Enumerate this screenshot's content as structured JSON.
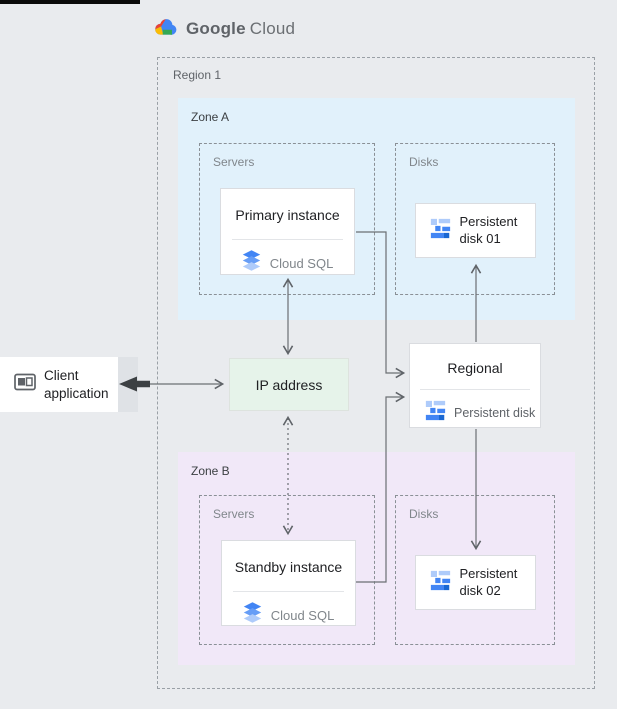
{
  "header": {
    "brand_primary": "Google",
    "brand_secondary": "Cloud"
  },
  "region": {
    "label": "Region 1"
  },
  "zones": {
    "a": {
      "label": "Zone A",
      "servers_label": "Servers",
      "disks_label": "Disks"
    },
    "b": {
      "label": "Zone B",
      "servers_label": "Servers",
      "disks_label": "Disks"
    }
  },
  "cards": {
    "client": {
      "title": "Client application"
    },
    "ip": {
      "label": "IP address"
    },
    "primary": {
      "title": "Primary instance",
      "product": "Cloud SQL"
    },
    "standby": {
      "title": "Standby instance",
      "product": "Cloud SQL"
    },
    "disk01": {
      "title": "Persistent disk 01"
    },
    "disk02": {
      "title": "Persistent disk 02"
    },
    "regional": {
      "title": "Regional",
      "product": "Persistent disk"
    }
  },
  "icons": {
    "google-cloud-logo-icon": "multicolor cloud",
    "cloud-sql-icon": "stacked blue database layers",
    "persistent-disk-icon": "blue interlocking blocks",
    "client-app-icon": "gray application window",
    "bold-request-arrow": "thick dark left arrow"
  },
  "connections": [
    {
      "from": "client",
      "to": "ip",
      "style": "solid",
      "heads": "both"
    },
    {
      "from": "primary",
      "to": "ip",
      "style": "solid",
      "heads": "both"
    },
    {
      "from": "ip",
      "to": "standby",
      "style": "dotted",
      "heads": "both"
    },
    {
      "from": "primary",
      "to": "regional",
      "style": "solid",
      "heads": "end"
    },
    {
      "from": "standby",
      "to": "regional",
      "style": "solid",
      "heads": "end"
    },
    {
      "from": "regional",
      "to": "disk01",
      "style": "solid",
      "heads": "end"
    },
    {
      "from": "regional",
      "to": "disk02",
      "style": "solid",
      "heads": "end"
    }
  ],
  "colors": {
    "background": "#e9ebee",
    "zone_a_fill": "#e1f1fb",
    "zone_b_fill": "#f1e8f8",
    "ip_fill": "#e6f3ea",
    "card_border": "#dadce0",
    "dashed_border": "#9aa0a6",
    "line": "#5f6368",
    "google_blue": "#4285f4",
    "google_red": "#ea4335",
    "google_yellow": "#fbbc04",
    "google_green": "#34a853",
    "disk_light_blue": "#aecbfa",
    "disk_dark_blue": "#1967d2",
    "text_dark": "#202124",
    "text_gray": "#5f6368"
  }
}
